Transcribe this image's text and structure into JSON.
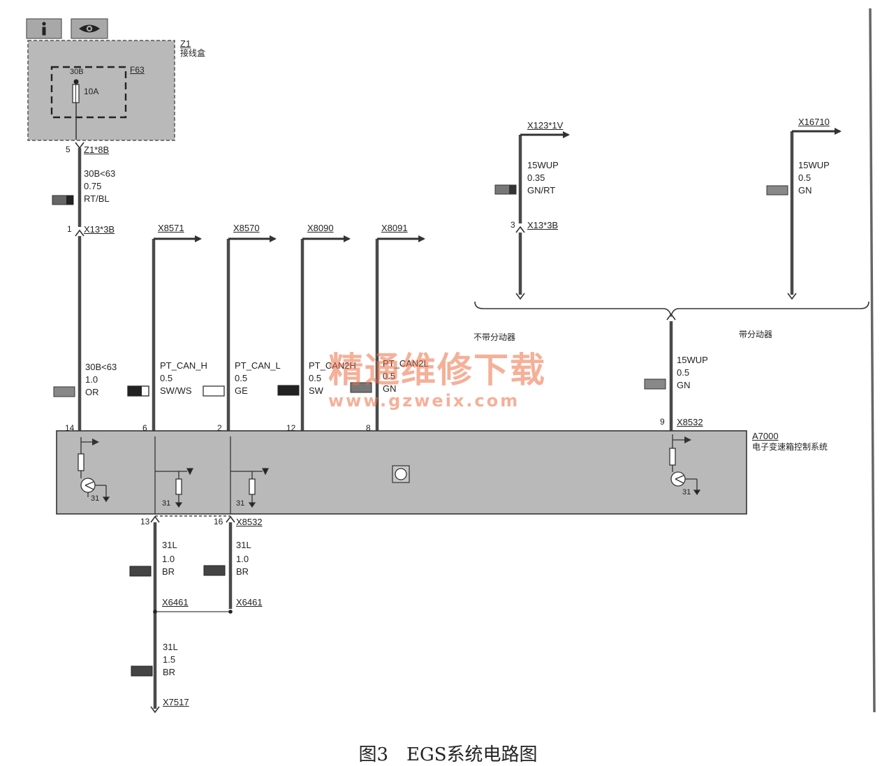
{
  "header_buttons": {
    "info_icon": "info-icon",
    "view_icon": "eye-icon"
  },
  "colors": {
    "module_fill": "#b9b9b9",
    "wire": "#4a4a4a",
    "watermark": "#ec7046"
  },
  "z1": {
    "id": "Z1",
    "name": "接线盒",
    "fuse_id": "F63",
    "fuse_terminal": "30B",
    "fuse_rating": "10A"
  },
  "connectors": {
    "z1_pin": "5",
    "z1_conn": "Z1*8B",
    "x13_pin": "1",
    "x13_conn": "X13*3B",
    "x8571": "X8571",
    "x8570": "X8570",
    "x8090": "X8090",
    "x8091": "X8091",
    "x123": "X123*1V",
    "x16710": "X16710",
    "x13b_pin": "3",
    "x13b_conn": "X13*3B",
    "x6461_a": "X6461",
    "x6461_b": "X6461",
    "x7517": "X7517",
    "x8532_bottom": "X8532",
    "x8532_right": "X8532"
  },
  "wires": {
    "w_30b_top": {
      "signal": "30B<63",
      "gauge": "0.75",
      "color": "RT/BL"
    },
    "w_30b_bottom": {
      "signal": "30B<63",
      "gauge": "1.0",
      "color": "OR"
    },
    "w_can_h": {
      "signal": "PT_CAN_H",
      "gauge": "0.5",
      "color": "SW/WS"
    },
    "w_can_l": {
      "signal": "PT_CAN_L",
      "gauge": "0.5",
      "color": "GE"
    },
    "w_can2h": {
      "signal": "PT_CAN2H",
      "gauge": "0.5",
      "color": "SW"
    },
    "w_can2l": {
      "signal": "PT_CAN2L",
      "gauge": "0.5",
      "color": "GN"
    },
    "w_15wup_a": {
      "signal": "15WUP",
      "gauge": "0.35",
      "color": "GN/RT"
    },
    "w_15wup_b": {
      "signal": "15WUP",
      "gauge": "0.5",
      "color": "GN"
    },
    "w_15wup_c": {
      "signal": "15WUP",
      "gauge": "0.5",
      "color": "GN"
    },
    "w_31l_a": {
      "signal": "31L",
      "gauge": "1.0",
      "color": "BR"
    },
    "w_31l_b": {
      "signal": "31L",
      "gauge": "1.0",
      "color": "BR"
    },
    "w_31l_c": {
      "signal": "31L",
      "gauge": "1.5",
      "color": "BR"
    }
  },
  "pins": {
    "p14": "14",
    "p6": "6",
    "p2": "2",
    "p12": "12",
    "p8": "8",
    "p9": "9",
    "p13": "13",
    "p16": "16"
  },
  "ground_labels": {
    "g1": "31",
    "g2": "31",
    "g3": "31",
    "g4": "31"
  },
  "variants": {
    "without_transfer": "不带分动器",
    "with_transfer": "带分动器"
  },
  "module": {
    "id": "A7000",
    "name": "电子变速箱控制系统"
  },
  "watermark": {
    "line1": "精通维修下载",
    "line2": "www.gzweix.com"
  },
  "caption": "图3　EGS系统电路图"
}
